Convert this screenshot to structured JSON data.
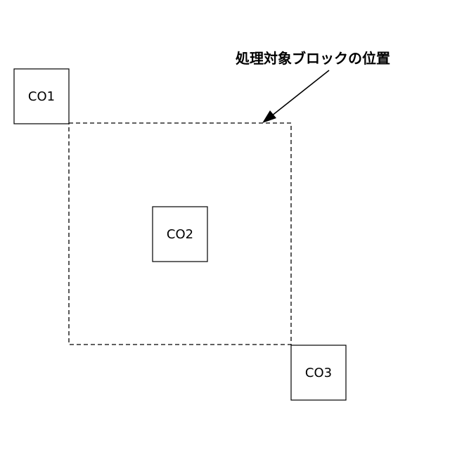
{
  "caption": "処理対象ブロックの位置",
  "blocks": {
    "co1": "CO1",
    "co2": "CO2",
    "co3": "CO3"
  },
  "colors": {
    "stroke": "#000000",
    "background": "#ffffff"
  }
}
